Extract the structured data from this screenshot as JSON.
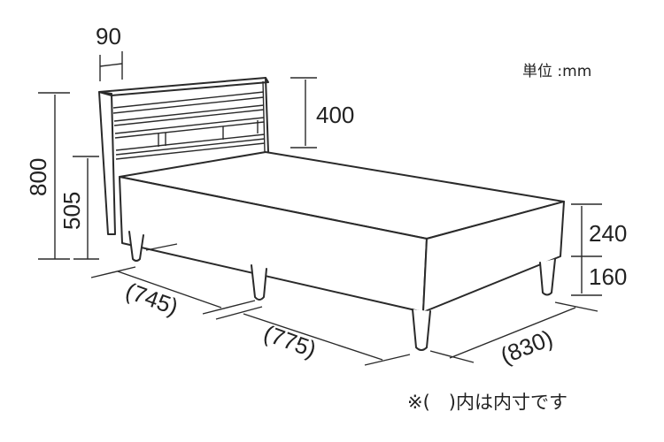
{
  "diagram": {
    "subject": "bed with headboard",
    "unit_label": "単位 :mm",
    "footnote": "※(　)内は内寸です",
    "dimensions": {
      "headboard_thickness": "90",
      "total_height": "800",
      "headboard_lower_height": "505",
      "headboard_panel_height": "400",
      "mattress_frame_height": "240",
      "leg_height": "160",
      "inner_width": "(745)",
      "inner_length": "(775)",
      "inner_depth": "(830)"
    },
    "colors": {
      "line": "#2a2a2a",
      "background": "#ffffff"
    }
  }
}
